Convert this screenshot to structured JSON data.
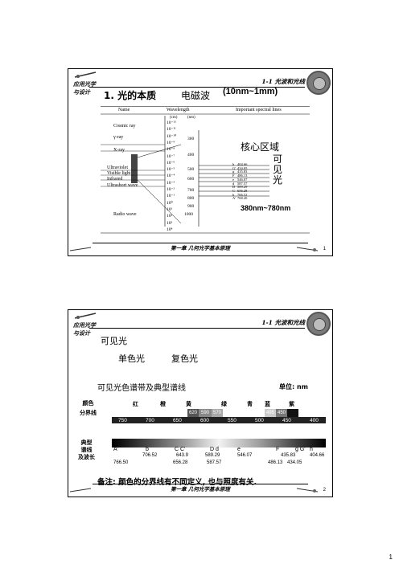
{
  "page_number": "1",
  "common": {
    "course_title_1": "应用光学",
    "course_title_2": "与设计",
    "section_title": "1-1 光波和光线",
    "footer_chapter": "第一章 几何光学基本原理"
  },
  "slide1": {
    "title": "1. 光的本质",
    "subtitle": "电磁波",
    "range": "(10nm~1mm)",
    "headers": {
      "name": "Name",
      "wavelength": "Wavelength",
      "wl_unit_cm": "(cm)",
      "wl_unit_nm": "(nm)",
      "lines": "Important spectral lines"
    },
    "names": [
      "Cosmic ray",
      "γ-ray",
      "X-ray",
      "Ultraviolet",
      "Visible light",
      "Infrared",
      "Ultrashort wave",
      "Radio wave"
    ],
    "powers": [
      "10⁻¹²",
      "10⁻¹¹",
      "10⁻¹⁰",
      "10⁻⁹",
      "10⁻⁸",
      "10⁻⁷",
      "10⁻⁶",
      "10⁻⁵",
      "10⁻⁴",
      "10⁻³",
      "10⁻²",
      "10⁻¹",
      "10⁰",
      "10¹",
      "10²",
      "10³",
      "10⁴"
    ],
    "nm_ticks": [
      "300",
      "400",
      "500",
      "600",
      "700",
      "800",
      "900",
      "1000"
    ],
    "lines": [
      {
        "sym": "h",
        "val": "404.66"
      },
      {
        "sym": "G'",
        "val": "434.05"
      },
      {
        "sym": "g",
        "val": "435.83"
      },
      {
        "sym": "F",
        "val": "486.13"
      },
      {
        "sym": "e",
        "val": "546.07"
      },
      {
        "sym": "d",
        "val": "587.57"
      },
      {
        "sym": "D",
        "val": "589.29"
      },
      {
        "sym": "C",
        "val": "656.28"
      },
      {
        "sym": "b",
        "val": "706.52"
      },
      {
        "sym": "A'",
        "val": "768.20"
      }
    ],
    "core_label": "核心区域",
    "visible_chars": [
      "可",
      "见",
      "光"
    ],
    "visible_range": "380nm~780nm",
    "page": "1"
  },
  "slide2": {
    "heading": "可见光",
    "mono": "单色光",
    "complex": "复色光",
    "band_title": "可见光色谱带及典型谱线",
    "unit": "单位: nm",
    "color_label_1": "颜色",
    "color_label_2": "分界线",
    "color_names": [
      "红",
      "橙",
      "黄",
      "绿",
      "青",
      "蓝",
      "紫"
    ],
    "top_marks": [
      "620",
      "590",
      "570",
      "495",
      "450"
    ],
    "scale": [
      "750",
      "700",
      "650",
      "600",
      "550",
      "500",
      "450",
      "400"
    ],
    "line_label_1": "典型",
    "line_label_2": "谱线",
    "line_label_3": "及波长",
    "line_syms": [
      "A'",
      "b",
      "C C'",
      "D d",
      "e",
      "F",
      "g G'",
      "h"
    ],
    "line_vals_top": [
      "706.52",
      "643.9",
      "589.29",
      "546.07",
      "435.83",
      "404.66"
    ],
    "line_vals_bottom": [
      "766.50",
      "656.28",
      "587.57",
      "486.13",
      "434.05"
    ],
    "note": "备注: 颜色的分界线有不同定义, 也与照度有关.",
    "page": "2"
  }
}
